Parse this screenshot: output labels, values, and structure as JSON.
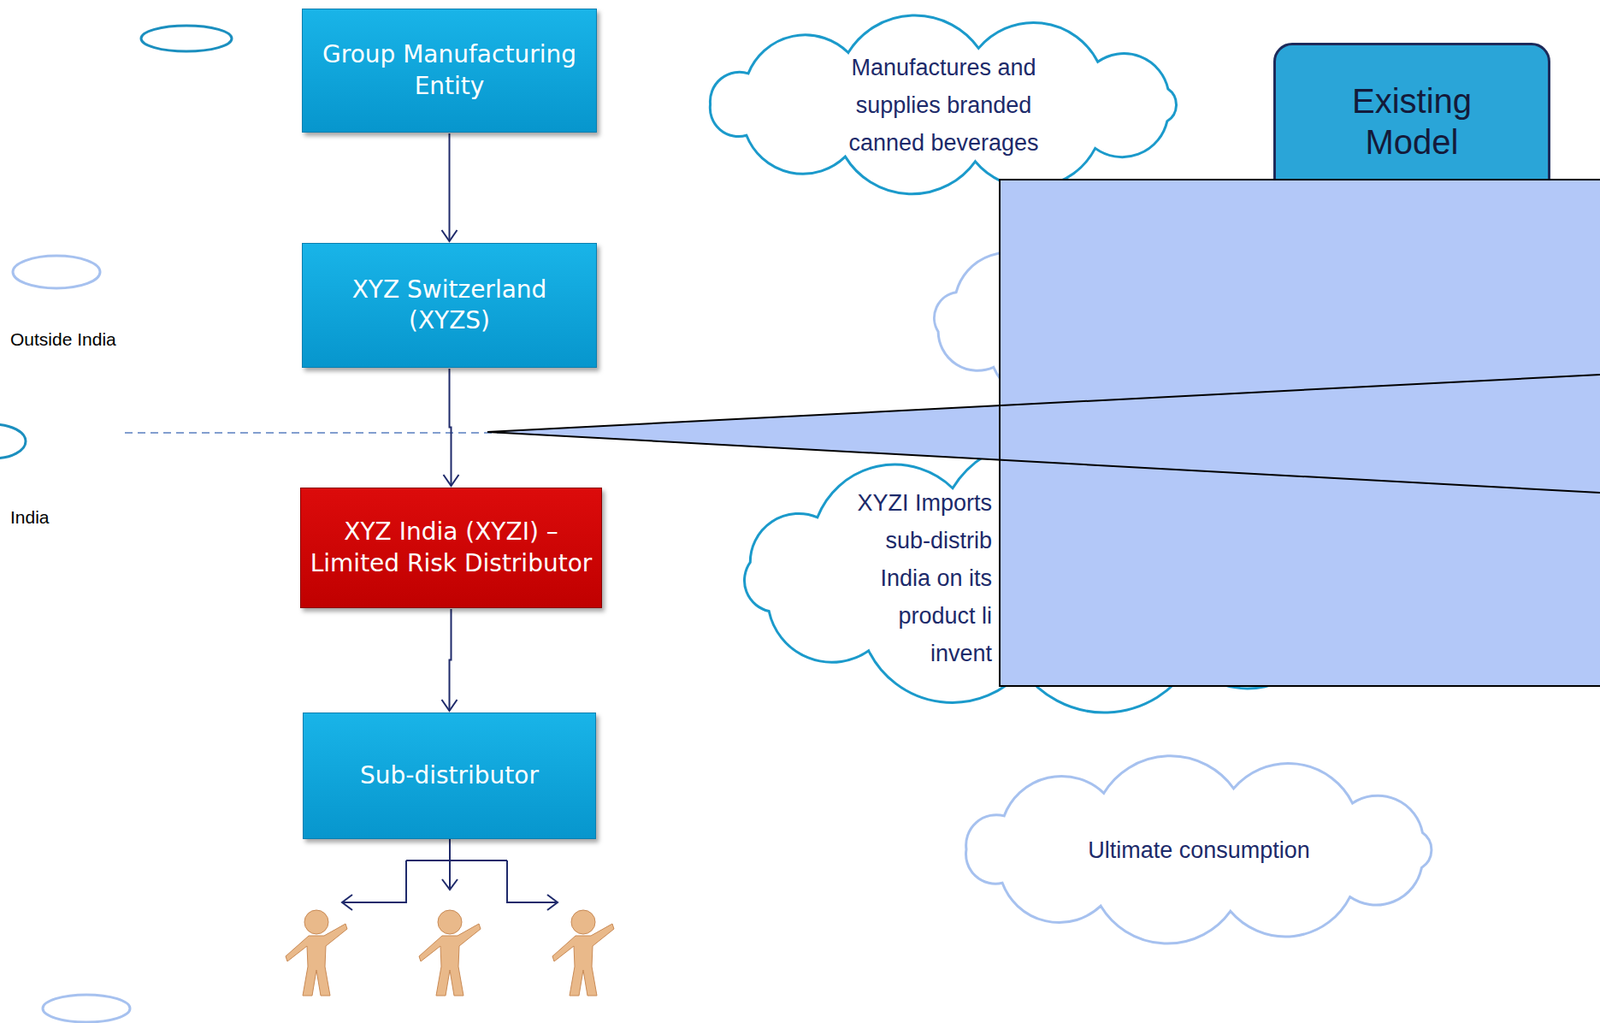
{
  "diagram": {
    "nodes": [
      {
        "text": [
          "Group Manufacturing Entity"
        ]
      },
      {
        "text": [
          "Manufactures and supplies branded canned beverages"
        ]
      },
      {
        "text": [
          "Existing Model"
        ]
      },
      {
        "text": [
          "XYZ Switzerland (XYZS)"
        ]
      },
      {
        "text": [
          "XYZ India (XYZI) – Limited Risk Distributor"
        ]
      },
      {
        "text": [
          "XYZI Imports sub-distrib India on its product li invent"
        ]
      },
      {
        "text": [
          "Sub-distributor"
        ]
      },
      {
        "text": [
          "Ultimate consumption"
        ]
      }
    ],
    "edges": [
      {
        "from": 0,
        "to": 3,
        "arrow": "to"
      },
      {
        "from": 3,
        "to": 4,
        "arrow": "to"
      },
      {
        "from": 4,
        "to": 6,
        "arrow": "to"
      }
    ],
    "labels": [
      "Outside India",
      "India"
    ]
  }
}
